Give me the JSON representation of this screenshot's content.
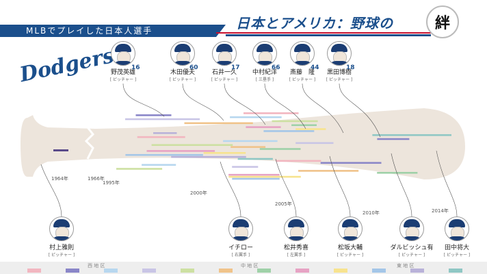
{
  "header": {
    "banner": "MLBでプレイした日本人選手",
    "title": "日本とアメリカ：野球の",
    "bond_char": "絆"
  },
  "logo_text": "Dodgers",
  "top_players": [
    {
      "name": "野茂英雄",
      "position": "[ ピッチャー ]",
      "number": "16"
    },
    {
      "name": "木田優夫",
      "position": "[ ピッチャー ]",
      "number": "60"
    },
    {
      "name": "石井一久",
      "position": "[ ピッチャー ]",
      "number": "17"
    },
    {
      "name": "中村紀洋",
      "position": "[ 三塁手 ]",
      "number": "66"
    },
    {
      "name": "斎藤　隆",
      "position": "[ ピッチャー ]",
      "number": "44"
    },
    {
      "name": "黒田博樹",
      "position": "[ ピッチャー ]",
      "number": "18"
    }
  ],
  "bottom_players": [
    {
      "name": "村上雅則",
      "position": "[ ピッチャー ]"
    },
    {
      "name": "イチロー",
      "position": "[ 右翼手 ]"
    },
    {
      "name": "松井秀喜",
      "position": "[ 左翼手 ]"
    },
    {
      "name": "松坂大輔",
      "position": "[ ピッチャー ]"
    },
    {
      "name": "ダルビッシュ有",
      "position": "[ ピッチャー ]"
    },
    {
      "name": "田中将大",
      "position": "[ ピッチャー ]"
    }
  ],
  "years": [
    "1964年",
    "1966年",
    "1995年",
    "2000年",
    "2005年",
    "2010年",
    "2014年"
  ],
  "legend": {
    "headings": [
      "西 地 区",
      "中 地 区",
      "東 地 区"
    ],
    "colors": [
      "#f2b6c0",
      "#8a86c8",
      "#b7d7ef",
      "#c9c5e6",
      "#cde0a2",
      "#f0c38a",
      "#9fd1a8",
      "#e7a3c4",
      "#f7e38f",
      "#a4c6e8",
      "#b9b2d9",
      "#8fc7c4"
    ]
  },
  "colors": {
    "brand_blue": "#1b4f8c",
    "accent_red": "#c8102e",
    "bat": "#ede5dc"
  }
}
